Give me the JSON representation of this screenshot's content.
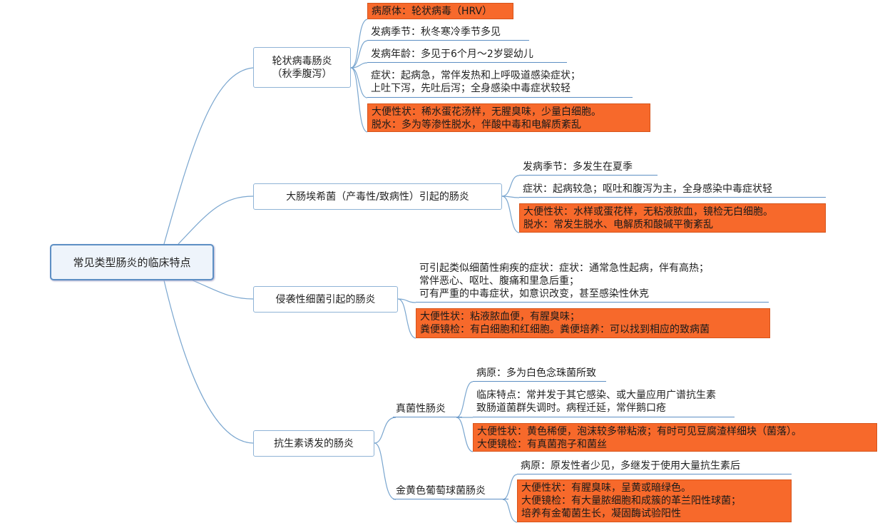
{
  "root": "常见类型肠炎的临床特点",
  "branches": [
    {
      "title_lines": [
        "轮状病毒肠炎",
        "（秋季腹泻）"
      ],
      "leaves": [
        [
          "病原体：轮状病毒（HRV）"
        ],
        [
          "发病季节：秋冬寒冷季节多见"
        ],
        [
          "发病年龄：多见于6个月～2岁婴幼儿"
        ],
        [
          "症状：起病急，常伴发热和上呼吸道感染症状；",
          "上吐下泻，先吐后泻；全身感染中毒症状较轻"
        ],
        [
          "大便性状：稀水蛋花汤样，无腥臭味，少量白细胞。",
          "脱水：多为等渗性脱水，伴酸中毒和电解质紊乱"
        ]
      ]
    },
    {
      "title": "大肠埃希菌（产毒性/致病性）引起的肠炎",
      "leaves": [
        [
          "发病季节：多发生在夏季"
        ],
        [
          "症状：起病较急；呕吐和腹泻为主，全身感染中毒症状轻"
        ],
        [
          "大便性状：水样或蛋花样，无粘液脓血，镜检无白细胞。",
          "脱水：常发生脱水、电解质和酸碱平衡紊乱"
        ]
      ]
    },
    {
      "title": "侵袭性细菌引起的肠炎",
      "leaves": [
        [
          "可引起类似细菌性痢疾的症状：症状：通常急性起病，伴有高热；",
          "常伴恶心、呕吐、腹痛和里急后重；",
          "可有严重的中毒症状，如意识改变，甚至感染性休克"
        ],
        [
          "大便性状：粘液脓血便，有腥臭味；",
          "粪便镜检：有白细胞和红细胞。粪便培养：可以找到相应的致病菌"
        ]
      ]
    },
    {
      "title": "抗生素诱发的肠炎",
      "subs": [
        {
          "title": "真菌性肠炎",
          "leaves": [
            [
              "病原：多为白色念珠菌所致"
            ],
            [
              "临床特点：常并发于其它感染、或大量应用广谱抗生素",
              "致肠道菌群失调时。病程迁延，常伴鹅口疮"
            ],
            [
              "大便性状：黄色稀便，泡沫较多带粘液；有时可见豆腐渣样细块（菌落）。",
              "大便镜检：有真菌孢子和菌丝"
            ]
          ]
        },
        {
          "title": "金黄色葡萄球菌肠炎",
          "leaves": [
            [
              "病原：原发性者少见，多继发于使用大量抗生素后"
            ],
            [
              "大便性状：有腥臭味，呈黄或暗绿色。",
              "大便镜检：有大量脓细胞和成簇的革兰阳性球菌；",
              "培养有金葡菌生长，凝固酶试验阳性"
            ]
          ]
        }
      ]
    }
  ],
  "colors": {
    "highlight": "#f7692b",
    "line": "#5d8fc4"
  }
}
